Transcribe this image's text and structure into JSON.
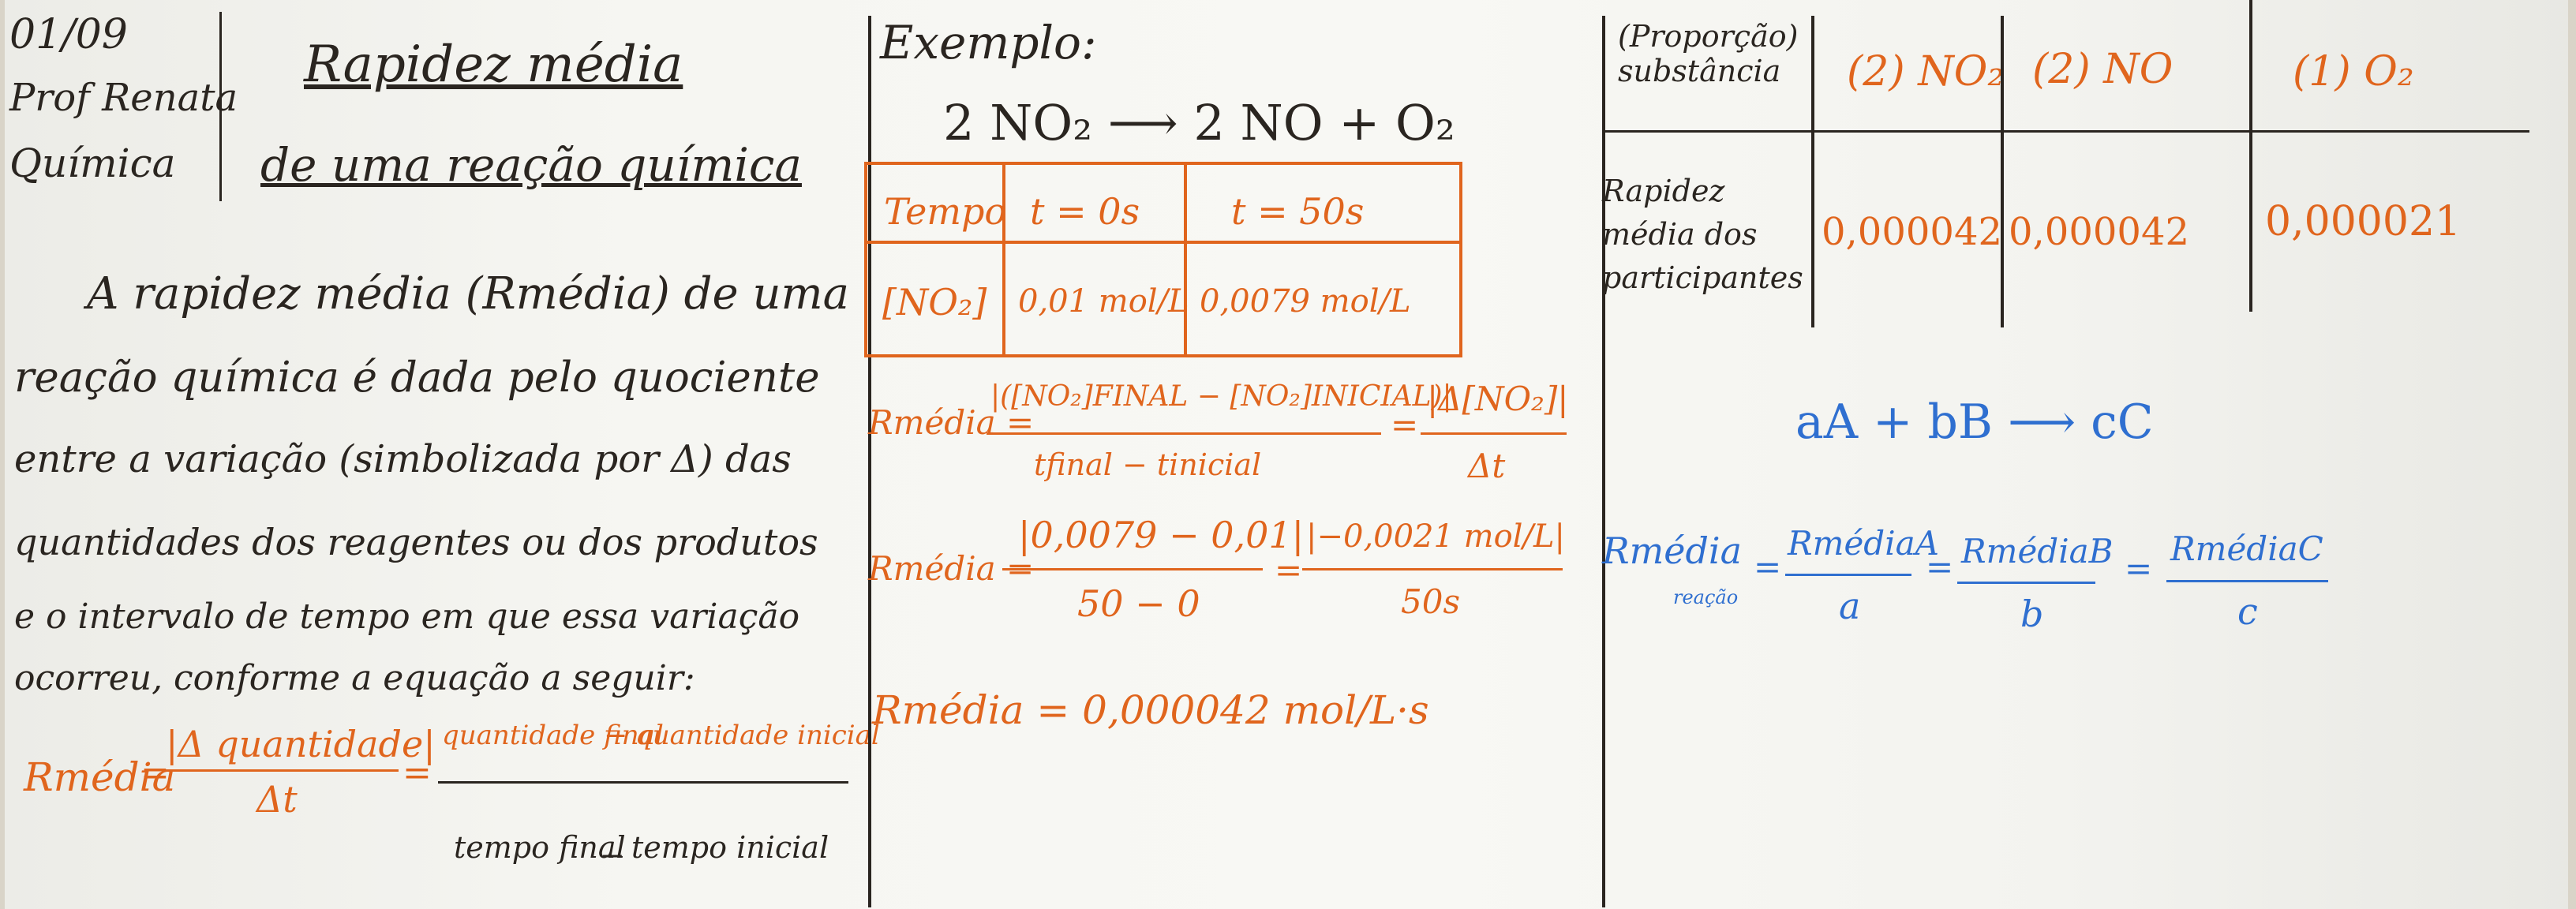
{
  "header": {
    "date": "01/09",
    "teacher": "Prof Renata",
    "subject": "Química"
  },
  "title": {
    "line1": "Rapidez média",
    "line2": "de uma reação química"
  },
  "definition": {
    "lines": [
      "A rapidez média (Rmédia) de uma",
      "reação química é dada pelo quociente",
      "entre a variação (simbolizada por Δ) das",
      "quantidades dos reagentes ou dos produtos",
      "e o intervalo de tempo em que essa variação",
      "ocorreu, conforme a equação a seguir:"
    ]
  },
  "formula1": {
    "lhs": "Rmédia",
    "eq1": "=",
    "num": "|Δ quantidade|",
    "den": "Δt",
    "eq2": "=",
    "num_a": "quantidade final",
    "minus_top": "−",
    "num_b": "quantidade inicial",
    "den_a": "tempo final",
    "minus_bottom": "−",
    "den_b": "tempo inicial"
  },
  "example": {
    "heading": "Exemplo:",
    "equation": "2 NO₂ ⟶ 2 NO + O₂",
    "table": {
      "rows": [
        [
          "Tempo",
          "t = 0s",
          "t = 50s"
        ],
        [
          "[NO₂]",
          "0,01 mol/L",
          "0,0079 mol/L"
        ]
      ]
    },
    "f1": {
      "lhs": "Rmédia =",
      "num": "|([NO₂]FINAL − [NO₂]INICIAL)|",
      "den": "tfinal − tinicial",
      "eq": "=",
      "num2": "|Δ[NO₂]|",
      "den2": "Δt"
    },
    "f2": {
      "lhs": "Rmédia =",
      "num": "|0,0079 − 0,01|",
      "den": "50 − 0",
      "eq": "=",
      "num2": "|−0,0021 mol/L|",
      "den2": "50s"
    },
    "f3": "Rmédia = 0,000042 mol/L·s"
  },
  "table2": {
    "header_label": "(Proporção) substância",
    "columns": [
      "(2) NO₂",
      "(2) NO",
      "(1) O₂"
    ],
    "row_label": "Rapidez média dos participantes",
    "values": [
      "0,000042",
      "0,000042",
      "0,000021"
    ]
  },
  "general": {
    "equation": "aA + bB ⟶ cC",
    "lhs": "Rmédia",
    "lhs_sub": "reação",
    "eq": "=",
    "terms": [
      {
        "num": "RmédiaA",
        "den": "a"
      },
      {
        "num": "RmédiaB",
        "den": "b"
      },
      {
        "num": "RmédiaC",
        "den": "c"
      }
    ]
  },
  "colors": {
    "marker_black": "#2a2520",
    "marker_orange": "#e0651d",
    "marker_blue": "#2f6fd0",
    "board": "#f6f6f2"
  }
}
